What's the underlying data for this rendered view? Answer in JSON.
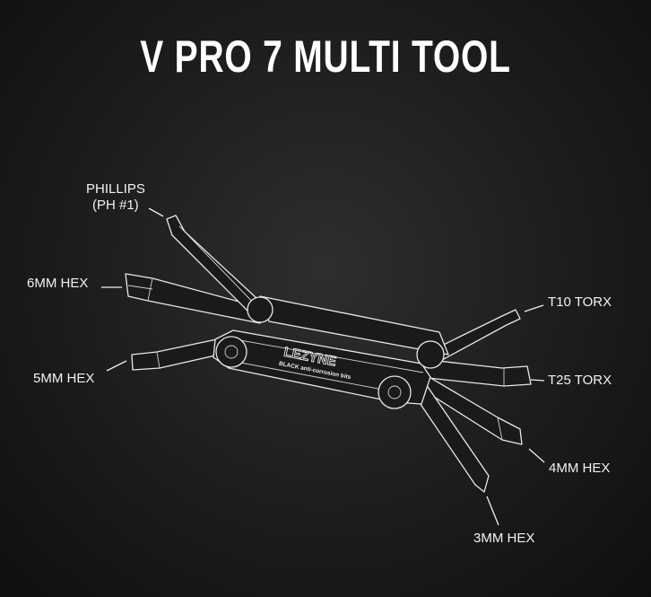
{
  "title": "V PRO 7 MULTI TOOL",
  "brand": "LEZYNE",
  "body_text": "BLACK anti-corrosion bits",
  "labels": {
    "phillips": "PHILLIPS",
    "phillips_size": "(PH #1)",
    "hex6": "6MM HEX",
    "hex5": "5MM HEX",
    "t10": "T10 TORX",
    "t25": "T25 TORX",
    "hex4": "4MM HEX",
    "hex3": "3MM HEX"
  }
}
